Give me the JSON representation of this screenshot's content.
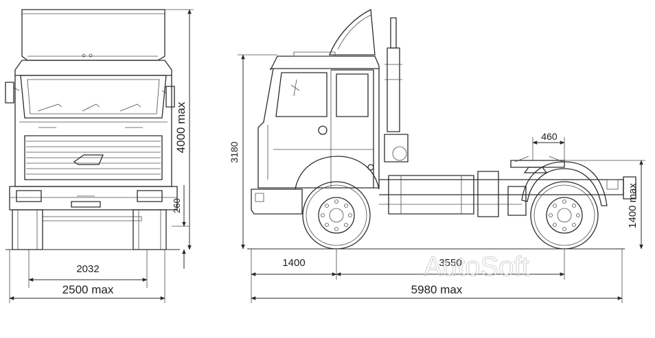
{
  "dimensions": {
    "front_track": "2032",
    "front_width": "2500 max",
    "front_height": "4000 max",
    "front_clearance": "260",
    "side_cab_height": "3180",
    "side_front_overhang": "1400",
    "side_wheelbase": "3550",
    "side_length": "5980 max",
    "side_coupling_offset": "460",
    "side_coupling_height": "1400 max"
  },
  "watermark": "AutoSoft",
  "colors": {
    "line": "#2a2a2a",
    "watermark": "#d8d8d8",
    "background": "#ffffff"
  }
}
